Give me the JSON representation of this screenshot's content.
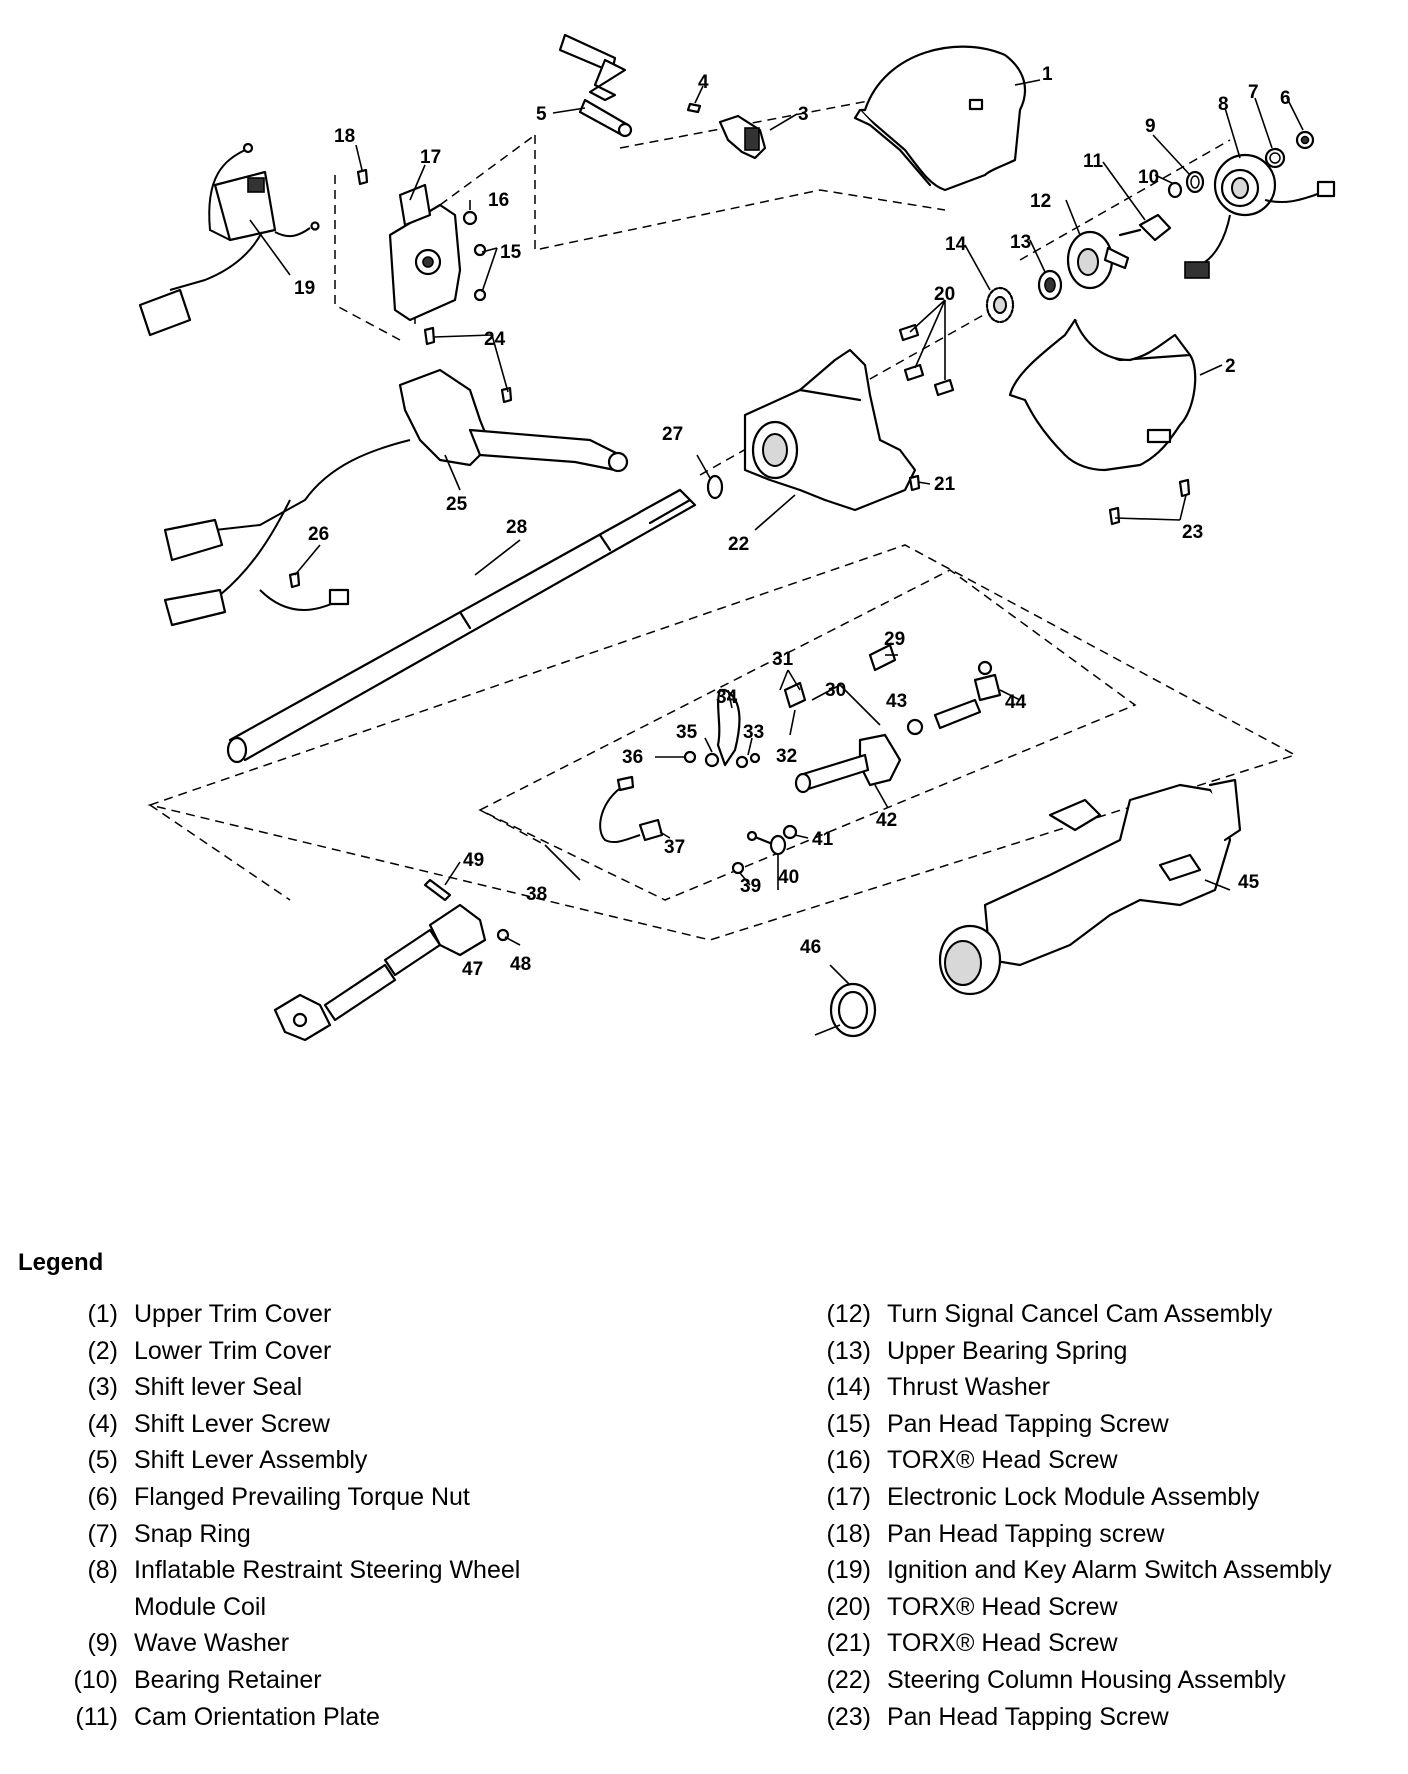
{
  "callouts": [
    "1",
    "2",
    "3",
    "4",
    "5",
    "6",
    "7",
    "8",
    "9",
    "10",
    "11",
    "12",
    "13",
    "14",
    "15",
    "16",
    "17",
    "18",
    "19",
    "20",
    "21",
    "22",
    "23",
    "24",
    "25",
    "26",
    "27",
    "28",
    "29",
    "30",
    "31",
    "32",
    "33",
    "34",
    "35",
    "36",
    "37",
    "38",
    "39",
    "40",
    "41",
    "42",
    "43",
    "44",
    "45",
    "46",
    "47",
    "48",
    "49"
  ],
  "legend": {
    "title": "Legend",
    "left": [
      {
        "num": "(1)",
        "text": "Upper Trim Cover"
      },
      {
        "num": "(2)",
        "text": "Lower Trim Cover"
      },
      {
        "num": "(3)",
        "text": "Shift lever Seal"
      },
      {
        "num": "(4)",
        "text": "Shift Lever Screw"
      },
      {
        "num": "(5)",
        "text": "Shift Lever Assembly"
      },
      {
        "num": "(6)",
        "text": "Flanged Prevailing Torque Nut"
      },
      {
        "num": "(7)",
        "text": "Snap Ring"
      },
      {
        "num": "(8)",
        "text": "Inflatable Restraint Steering Wheel\nModule Coil"
      },
      {
        "num": "(9)",
        "text": "Wave Washer"
      },
      {
        "num": "(10)",
        "text": "Bearing Retainer"
      },
      {
        "num": "(11)",
        "text": "Cam Orientation Plate"
      }
    ],
    "right": [
      {
        "num": "(12)",
        "text": "Turn Signal Cancel Cam Assembly"
      },
      {
        "num": "(13)",
        "text": "Upper Bearing Spring"
      },
      {
        "num": "(14)",
        "text": "Thrust Washer"
      },
      {
        "num": "(15)",
        "text": "Pan Head Tapping Screw"
      },
      {
        "num": "(16)",
        "text": "TORX® Head Screw"
      },
      {
        "num": "(17)",
        "text": "Electronic Lock Module Assembly"
      },
      {
        "num": "(18)",
        "text": "Pan Head Tapping screw"
      },
      {
        "num": "(19)",
        "text": "Ignition and Key Alarm Switch Assembly"
      },
      {
        "num": "(20)",
        "text": "TORX® Head Screw"
      },
      {
        "num": "(21)",
        "text": "TORX® Head Screw"
      },
      {
        "num": "(22)",
        "text": "Steering Column Housing Assembly"
      },
      {
        "num": "(23)",
        "text": "Pan Head Tapping Screw"
      }
    ]
  }
}
